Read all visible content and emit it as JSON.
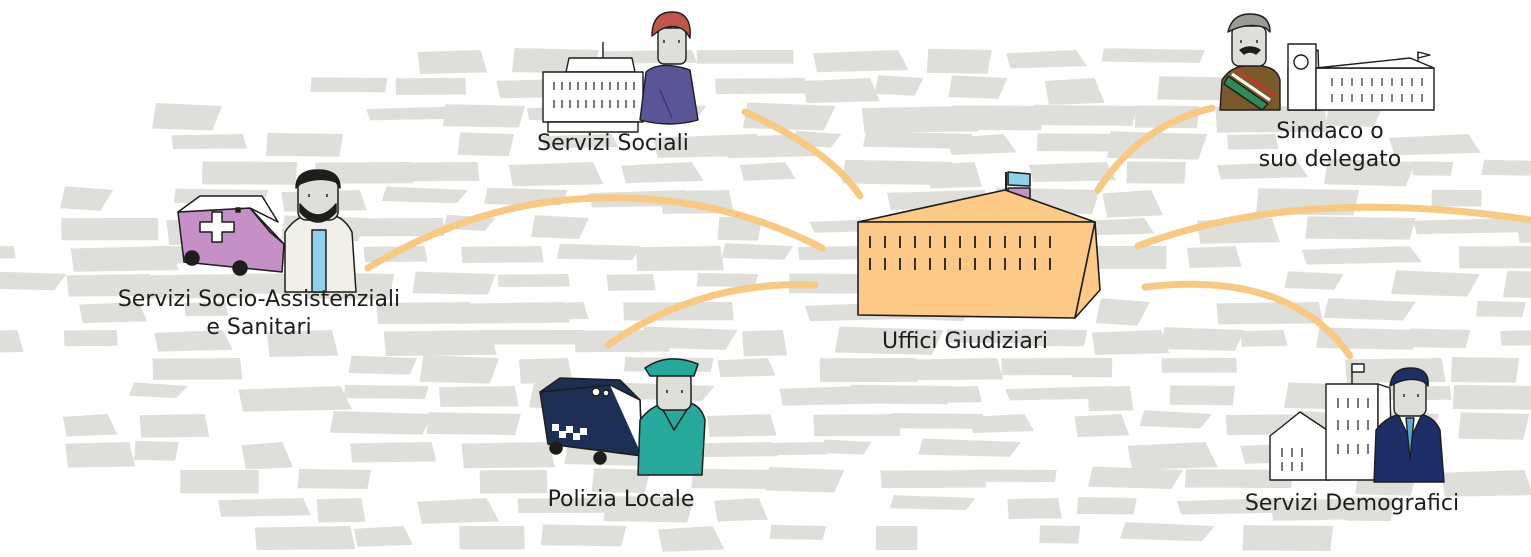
{
  "colors": {
    "background": "#ffffff",
    "paving": "#dededa",
    "connector": "#f8c983",
    "building_fill": "#fcc987",
    "outline": "#1d1d1b",
    "flag": "#8fd0ea",
    "social_worker_shirt": "#5a5597",
    "social_worker_hair": "#c0564a",
    "ambulance": "#c58fc8",
    "police_car": "#1d2f55",
    "police_uniform": "#26a89b",
    "mayor_jacket": "#7a5a2a",
    "demographic_suit": "#1d2f66"
  },
  "center": {
    "label": "Uffici Giudiziari",
    "icon": "court-building-icon"
  },
  "nodes": [
    {
      "id": "servizi-sociali",
      "label": "Servizi Sociali",
      "icon": "social-worker-icon"
    },
    {
      "id": "socio-assistenziali",
      "label_line1": "Servizi Socio-Assistenziali",
      "label_line2": "e Sanitari",
      "icon": "ambulance-doctor-icon"
    },
    {
      "id": "polizia-locale",
      "label": "Polizia Locale",
      "icon": "police-car-officer-icon"
    },
    {
      "id": "sindaco",
      "label_line1": "Sindaco o",
      "label_line2": "suo delegato",
      "icon": "mayor-town-hall-icon"
    },
    {
      "id": "servizi-demografici",
      "label": "Servizi Demografici",
      "icon": "registry-office-clerk-icon"
    }
  ]
}
